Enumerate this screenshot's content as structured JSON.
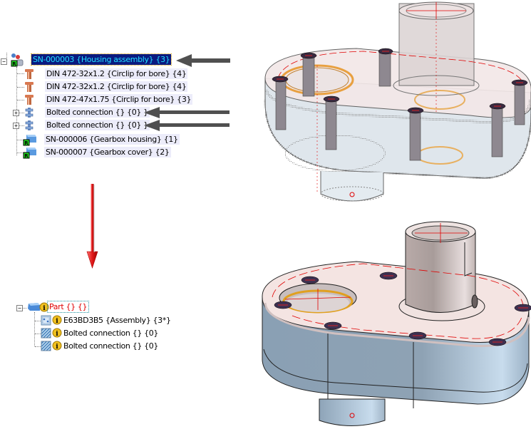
{
  "top_tree": {
    "root": {
      "label": "SN-000003 {Housing assembly} {3}",
      "icon": "assembly-icon",
      "badge": "R",
      "expanded": true,
      "selected": true
    },
    "children": [
      {
        "label": "DIN 472-32x1.2 {Circlip for bore} {4}",
        "icon": "standard-part-icon"
      },
      {
        "label": "DIN 472-32x1.2 {Circlip for bore} {4}",
        "icon": "standard-part-icon"
      },
      {
        "label": "DIN 472-47x1.75 {Circlip for bore} {3}",
        "icon": "standard-part-icon"
      },
      {
        "label": "Bolted connection {} {0} }",
        "icon": "bolted-connection-icon",
        "expandable": true
      },
      {
        "label": "Bolted connection {} {0} }",
        "icon": "bolted-connection-icon",
        "expandable": true
      },
      {
        "label": "SN-000006 {Gearbox housing} {1}",
        "icon": "part-icon",
        "badge": "R"
      },
      {
        "label": "SN-000007 {Gearbox cover} {2}",
        "icon": "part-icon",
        "badge": "R"
      }
    ]
  },
  "bottom_tree": {
    "root": {
      "label": "Part {} {}",
      "icon": "part-icon",
      "info": true,
      "expanded": true
    },
    "children": [
      {
        "label": "E63BD3B5 {Assembly} {3*}",
        "icon": "assembly-feature-icon",
        "info": true
      },
      {
        "label": "Bolted connection {} {0}",
        "icon": "bolted-connection-feature-icon",
        "info": true
      },
      {
        "label": "Bolted connection {} {0}",
        "icon": "bolted-connection-feature-icon",
        "info": true
      }
    ]
  },
  "glyphs": {
    "expand_minus": "−",
    "expand_plus": "+",
    "badge": "R",
    "info": "i"
  },
  "colors": {
    "selection_bg": "#0a1a80",
    "selection_text": "#22e0ff",
    "highlight_bg": "#ececfa",
    "red_label": "#e00000",
    "arrow_gray": "#505050",
    "arrow_red": "#e02020",
    "badge_green": "#22dd22"
  },
  "annotations": [
    {
      "type": "callout-arrow",
      "points_to": "top_tree.root"
    },
    {
      "type": "callout-arrow",
      "points_to": "top_tree.children.3"
    },
    {
      "type": "callout-arrow",
      "points_to": "top_tree.children.4"
    },
    {
      "type": "transform-arrow",
      "direction": "down"
    }
  ],
  "models": [
    {
      "name": "housing-assembly-transparent",
      "style": "transparent"
    },
    {
      "name": "housing-assembly-shaded",
      "style": "shaded"
    }
  ]
}
